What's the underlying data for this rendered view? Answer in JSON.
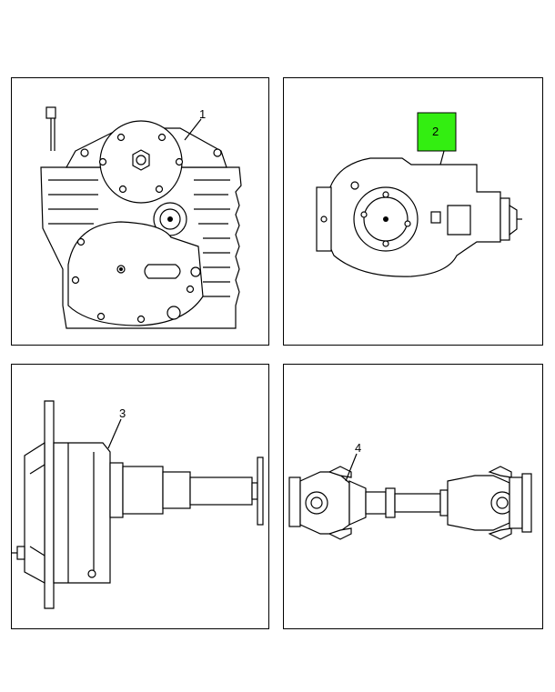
{
  "panels": [
    {
      "id": "transfer-case",
      "callout": "1"
    },
    {
      "id": "rear-axle-carrier",
      "callout": "2"
    },
    {
      "id": "axle-shaft-hub",
      "callout": "3"
    },
    {
      "id": "drive-shaft",
      "callout": "4"
    }
  ],
  "highlight_color": "#33ee11"
}
